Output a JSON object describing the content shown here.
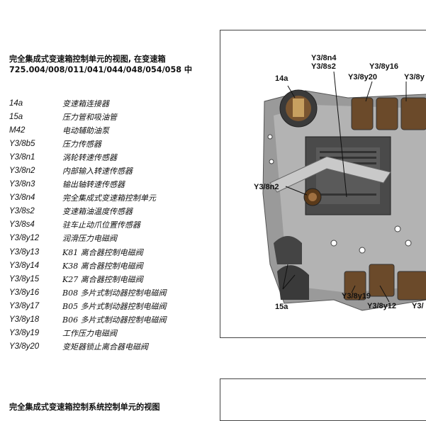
{
  "heading": {
    "line1": "完全集成式变速箱控制单元的视图, 在变速箱",
    "line2": "725.004/008/011/041/044/048/054/058 中"
  },
  "legend": [
    {
      "code": "14a",
      "desc": "变速箱连接器"
    },
    {
      "code": "15a",
      "desc": "压力管和吸油管"
    },
    {
      "code": "M42",
      "desc": "电动辅助油泵"
    },
    {
      "code": "Y3/8b5",
      "desc": "压力传感器"
    },
    {
      "code": "Y3/8n1",
      "desc": "涡轮转速传感器"
    },
    {
      "code": "Y3/8n2",
      "desc": "内部输入转速传感器"
    },
    {
      "code": "Y3/8n3",
      "desc": "输出轴转速传感器"
    },
    {
      "code": "Y3/8n4",
      "desc": "完全集成式变速箱控制单元"
    },
    {
      "code": "Y3/8s2",
      "desc": "变速箱油温度传感器"
    },
    {
      "code": "Y3/8s4",
      "desc": "驻车止动爪位置传感器"
    },
    {
      "code": "Y3/8y12",
      "desc": "润滑压力电磁阀"
    },
    {
      "code": "Y3/8y13",
      "desc": "K81 离合器控制电磁阀"
    },
    {
      "code": "Y3/8y14",
      "desc": "K38 离合器控制电磁阀"
    },
    {
      "code": "Y3/8y15",
      "desc": "K27 离合器控制电磁阀"
    },
    {
      "code": "Y3/8y16",
      "desc": "B08 多片式制动器控制电磁阀"
    },
    {
      "code": "Y3/8y17",
      "desc": "B05 多片式制动器控制电磁阀"
    },
    {
      "code": "Y3/8y18",
      "desc": "B06 多片式制动器控制电磁阀"
    },
    {
      "code": "Y3/8y19",
      "desc": "工作压力电磁阀"
    },
    {
      "code": "Y3/8y20",
      "desc": "变矩器锁止离合器电磁阀"
    }
  ],
  "figure": {
    "callouts": {
      "n4": "Y3/8n4",
      "s2": "Y3/8s2",
      "y16": "Y3/8y16",
      "y20": "Y3/8y20",
      "y_cut": "Y3/8y",
      "c14a": "14a",
      "n2": "Y3/8n2",
      "c15a": "15a",
      "y19": "Y3/8y19",
      "y12": "Y3/8y12",
      "y3_cut": "Y3/"
    }
  },
  "heading2": "完全集成式变速箱控制系统控制单元的视图",
  "colors": {
    "housing": "#8c8c8c",
    "board": "#4a4a4a",
    "solenoid": "#6b4a2a",
    "connector": "#7a5530"
  }
}
